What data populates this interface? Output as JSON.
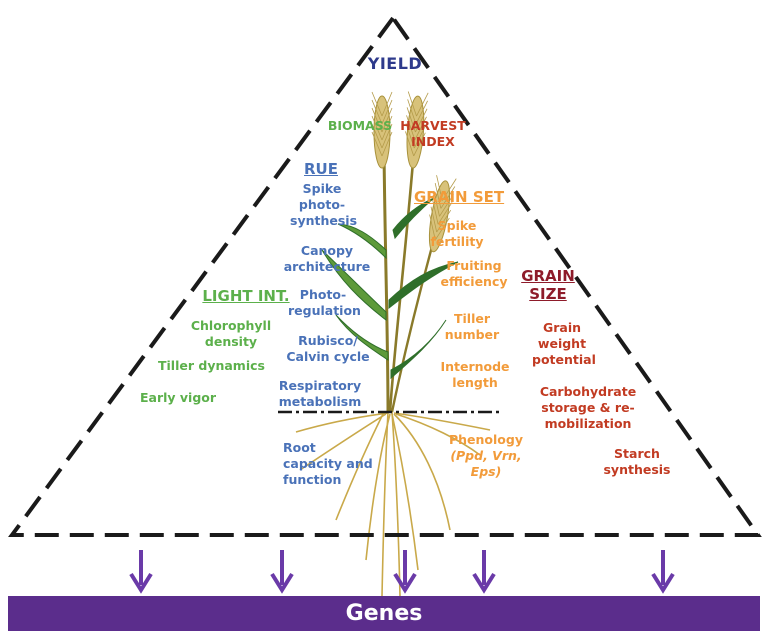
{
  "yield": "YIELD",
  "biomass": "BIOMASS",
  "harvest_index": [
    "HARVEST",
    "INDEX"
  ],
  "rue": {
    "header": "RUE",
    "items": [
      [
        "Spike",
        "photo-",
        "synthesis"
      ],
      [
        "Canopy",
        "architecture"
      ],
      [
        "Photo-",
        "regulation"
      ],
      [
        "Rubisco/",
        "Calvin cycle"
      ],
      [
        "Respiratory",
        "metabolism"
      ],
      [
        "Root",
        "capacity and",
        "function"
      ]
    ]
  },
  "light_int": {
    "header": "LIGHT INT.",
    "items": [
      [
        "Chlorophyll",
        "density"
      ],
      [
        "Tiller dynamics"
      ],
      [
        "Early vigor"
      ]
    ]
  },
  "grain_set": {
    "header": "GRAIN SET",
    "items": [
      [
        "Spike",
        "fertility"
      ],
      [
        "Fruiting",
        "efficiency"
      ],
      [
        "Tiller",
        "number"
      ],
      [
        "Internode",
        "length"
      ],
      [
        "Phenology",
        "(Ppd, Vrn,",
        "Eps)"
      ]
    ]
  },
  "grain_size": {
    "header": [
      "GRAIN",
      "SIZE"
    ],
    "items": [
      [
        "Grain",
        "weight",
        "potential"
      ],
      [
        "Carbohydrate",
        "storage & re-",
        "mobilization"
      ],
      [
        "Starch",
        "synthesis"
      ]
    ]
  },
  "genes": "Genes",
  "colors": {
    "triangle": "#1a1a1a",
    "yield": "#2e3a8c",
    "biomass": "#5cb04b",
    "harvest_index": "#c23b22",
    "rue": "#4a72b8",
    "light_int": "#5cb04b",
    "grain_set": "#f29b3a",
    "grain_size_header": "#8e1b2a",
    "grain_size": "#c23b22",
    "genes_bar": "#5b2d8c",
    "arrows": "#6a3aa8"
  }
}
